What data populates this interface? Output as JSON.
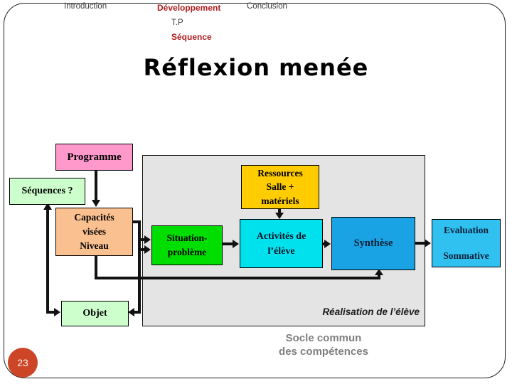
{
  "nav": {
    "introduction": "Introduction",
    "developpement": "Développement",
    "conclusion": "Conclusion",
    "tp": "T.P",
    "sequence": "Séquence"
  },
  "title": "Réflexion menée",
  "diagram": {
    "programme": {
      "label": "Programme",
      "bg": "#ff99cc"
    },
    "sequences": {
      "label": "Séquences ?",
      "bg": "#ccffcc"
    },
    "capacites": {
      "line1": "Capacités",
      "line2": "visées",
      "line3": "Niveau",
      "bg": "#fac090"
    },
    "objet": {
      "label": "Objet",
      "bg": "#ccffcc"
    },
    "ressources": {
      "line1": "Ressources",
      "line2": "Salle +",
      "line3": "matériels",
      "bg": "#ffcc00"
    },
    "situation": {
      "line1": "Situation-",
      "line2": "problème",
      "bg": "#00dd00"
    },
    "activites": {
      "line1": "Activités de",
      "line2": "l’élève",
      "bg": "#00e1ee"
    },
    "synthese": {
      "label": "Synthèse",
      "bg": "#1aa3e4"
    },
    "evaluation": {
      "line1": "Evaluation",
      "line2": "Sommative",
      "bg": "#30c1f1"
    },
    "work_area_bg": "#e4e4e4"
  },
  "footer": {
    "realisation": "Réalisation de l’élève",
    "socle_line1": "Socle commun",
    "socle_line2": "des compétences",
    "page_number": "23",
    "page_badge_bg": "#cc4527"
  },
  "colors": {
    "nav_accent_red": "#b01c1c",
    "nav_gray": "#3d3d3d",
    "connector_black": "#111111",
    "footer_gray": "#7f7f7f"
  }
}
